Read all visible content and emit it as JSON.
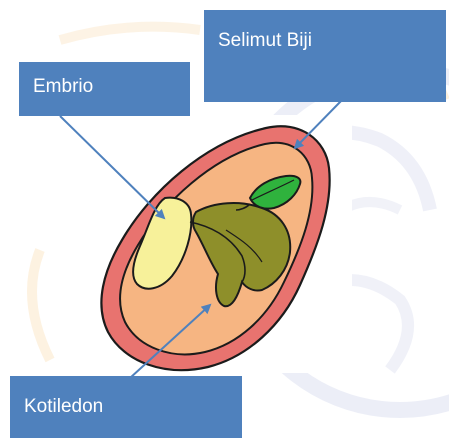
{
  "labels": {
    "seed_coat": "Selimut Biji",
    "embryo": "Embrio",
    "cotyledon": "Kotiledon"
  },
  "colors": {
    "label_fill": "#4f81bd",
    "label_text": "#ffffff",
    "arrow": "#4f81bd",
    "seed_coat": "#e8736f",
    "cotyledon": "#f6b582",
    "embryo": "#f7f19a",
    "plumule_leaf": "#8e8f2a",
    "young_leaf": "#2fb23d",
    "watermark": "#d9ddef"
  }
}
